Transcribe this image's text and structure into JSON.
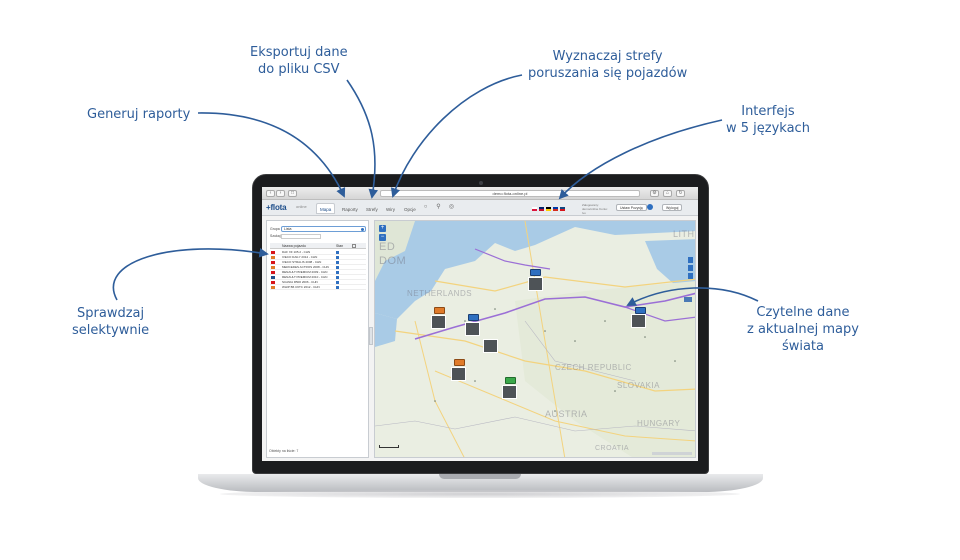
{
  "callouts": {
    "generate_reports": "Generuj raporty",
    "export_line1": "Eksportuj dane",
    "export_line2": "do pliku CSV",
    "zones_line1": "Wyznaczaj strefy",
    "zones_line2": "poruszania się pojazdów",
    "interface_line1": "Interfejs",
    "interface_line2": "w 5 językach",
    "check_line1": "Sprawdzaj",
    "check_line2": "selektywnie",
    "map_line1": "Czytelne dane",
    "map_line2": "z aktualnej mapy",
    "map_line3": "świata",
    "arrow_color": "#2e5d9a"
  },
  "browser": {
    "url": "demo.flota-online.pl"
  },
  "app": {
    "logo": "+flota",
    "logo_suffix": "online",
    "tabs": [
      "Mapa",
      "Raporty",
      "Strefy",
      "Wiry",
      "Opcje"
    ],
    "active_tab": "Mapa",
    "account_note": "Zalogowany: demo/online Konto: ivo",
    "btn_account": "Ustaw Pozycję",
    "btn_logout": "Wyloguj",
    "languages": [
      {
        "code": "pl",
        "colors": [
          "#ffffff",
          "#dc143c"
        ]
      },
      {
        "code": "en",
        "colors": [
          "#012169",
          "#c8102e"
        ]
      },
      {
        "code": "de",
        "colors": [
          "#000000",
          "#ffce00"
        ]
      },
      {
        "code": "ru",
        "colors": [
          "#0039a6",
          "#d52b1e"
        ]
      },
      {
        "code": "cz",
        "colors": [
          "#11457e",
          "#d7141a"
        ]
      }
    ]
  },
  "left_panel": {
    "group_label": "Grupa",
    "group_value": "Lista",
    "search_label": "Szukaj",
    "col_name": "Nazwa pojazdu",
    "col_status": "Stan",
    "col_extra": "",
    "vehicles": [
      {
        "name": "DAF XF 105.2 - CHN",
        "flag": "#d7141a"
      },
      {
        "name": "IVECO DAILY 2014 - CHN",
        "flag": "#e07b2a"
      },
      {
        "name": "IVECO STRALIS 2008 - CHN",
        "flag": "#d7141a"
      },
      {
        "name": "MERCEDES ACTROS 2008 - CHN",
        "flag": "#e07b2a"
      },
      {
        "name": "RENAULT PREMIUM 2009 - CHN",
        "flag": "#d7141a"
      },
      {
        "name": "RENAULT PREMIUM 2010 - CHN",
        "flag": "#1f4f8b"
      },
      {
        "name": "SCANIA R500 2006 - CHN",
        "flag": "#d7141a"
      },
      {
        "name": "WHIP B6 C6TC 2012 - CHN",
        "flag": "#e07b2a"
      }
    ],
    "footer": "Obiekty na liście: 7"
  },
  "map": {
    "labels": {
      "netherlands": "NETHERLANDS",
      "czech": "CZECH REPUBLIC",
      "austria": "AUSTRIA",
      "slovakia": "SLOVAKIA",
      "hungary": "HUNGARY",
      "croatia": "CROATIA",
      "kingdom": "ED\nDOM",
      "lith": "LITH"
    },
    "colors": {
      "sea": "#a9cbe6",
      "land": "#eaeee2",
      "route": "#9b6fd6",
      "road": "#f3d37e"
    }
  }
}
